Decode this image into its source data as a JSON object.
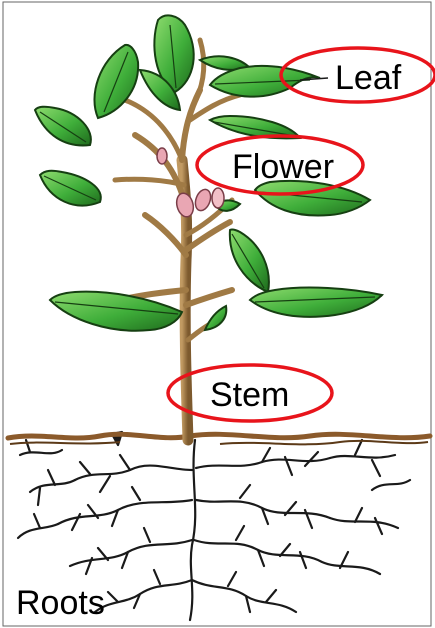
{
  "labels": {
    "leaf": "Leaf",
    "flower": "Flower",
    "stem": "Stem",
    "roots": "Roots"
  },
  "colors": {
    "frame": "#555555",
    "highlight_ellipse": "#e8141b",
    "leaf_fill": "#3fae3a",
    "leaf_dark": "#1f6b1d",
    "leaf_light": "#7fd36b",
    "stem": "#a07a45",
    "stem_dark": "#6e4f28",
    "flower_bud": "#e9a6b3",
    "soil_line": "#8b5a2b",
    "roots": "#1a1a1a"
  }
}
